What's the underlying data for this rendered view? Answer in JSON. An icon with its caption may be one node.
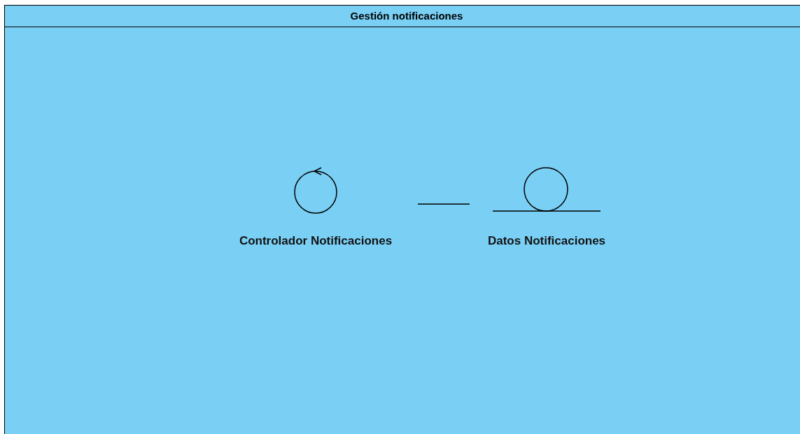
{
  "diagram": {
    "nodes": [
      {
        "text": [
          "Gestión notificaciones"
        ]
      },
      {
        "text": [
          "Controlador Notificaciones"
        ],
        "in": 0
      },
      {
        "text": [
          "Datos Notificaciones"
        ],
        "in": 0
      }
    ],
    "edges": [
      {
        "from": 1,
        "to": 2,
        "arrow": "none"
      }
    ]
  }
}
